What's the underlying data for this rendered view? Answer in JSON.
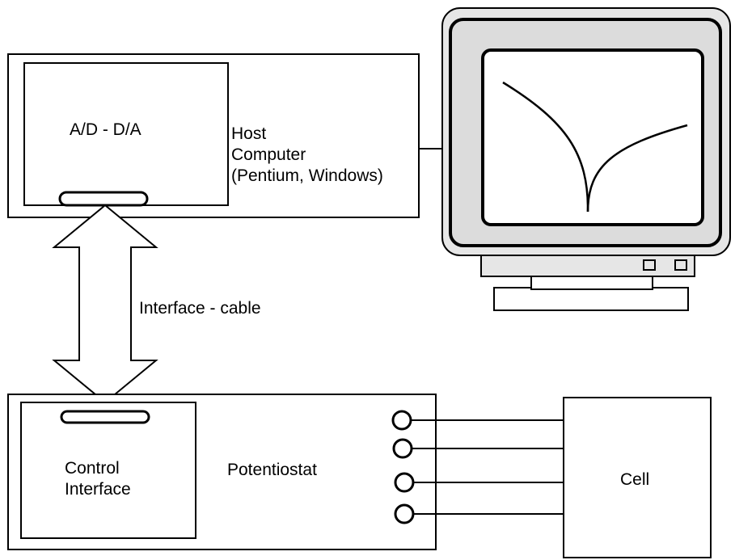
{
  "host": {
    "adc_label": "A/D - D/A",
    "title_lines": [
      "Host",
      "Computer",
      "(Pentium, Windows)"
    ]
  },
  "cable": {
    "label": "Interface - cable"
  },
  "potentiostat": {
    "label": "Potentiostat",
    "interface_lines": [
      "Control",
      "Interface"
    ]
  },
  "cell": {
    "label": "Cell"
  }
}
